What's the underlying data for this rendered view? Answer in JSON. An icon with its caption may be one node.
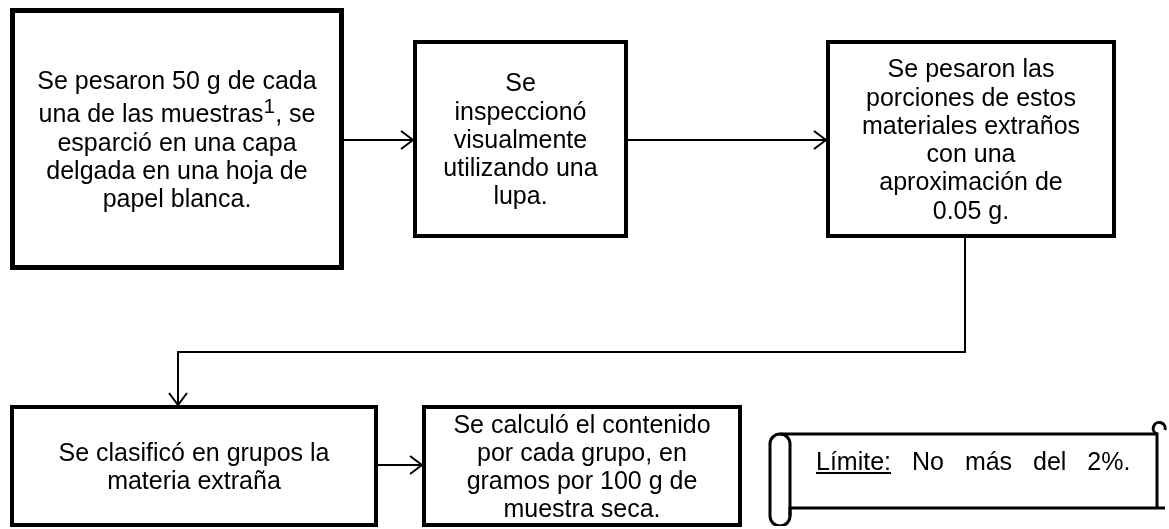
{
  "diagram": {
    "nodes": [
      {
        "text": [
          "Se pesaron 50 g de cada una de las muestras$^{1}$, se esparció en una capa delgada en una hoja de papel blanca."
        ]
      },
      {
        "text": [
          "Se inspeccionó visualmente utilizando una lupa."
        ]
      },
      {
        "text": [
          "Se pesaron las porciones de estos materiales extraños con una aproximación de 0.05 g."
        ]
      },
      {
        "text": [
          "Se clasificó en grupos la materia extraña"
        ]
      },
      {
        "text": [
          "Se calculó el contenido por cada grupo, en gramos por 100 g de muestra seca."
        ]
      },
      {
        "text": [
          "Límite:",
          "No más del 2%."
        ]
      }
    ],
    "edges": [
      {
        "from": 0,
        "to": 1,
        "arrow": "to"
      },
      {
        "from": 1,
        "to": 2,
        "arrow": "to"
      },
      {
        "from": 2,
        "to": 3,
        "arrow": "to"
      },
      {
        "from": 3,
        "to": 4,
        "arrow": "to"
      }
    ]
  }
}
